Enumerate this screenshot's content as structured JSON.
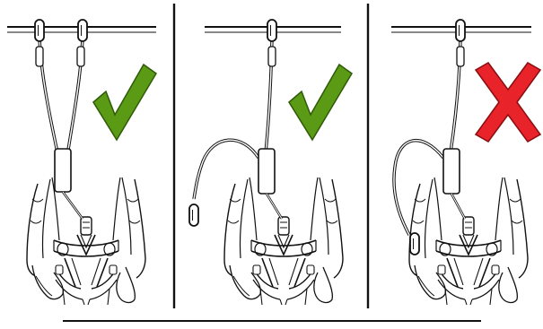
{
  "panels": [
    {
      "id": "both-arms-clipped",
      "verdict": "correct",
      "verdict_symbol": "check",
      "lanyard_arms_clipped": 2
    },
    {
      "id": "one-arm-clipped-free-arm-loose",
      "verdict": "correct",
      "verdict_symbol": "check",
      "lanyard_arms_clipped": 1
    },
    {
      "id": "free-arm-clipped-to-harness",
      "verdict": "incorrect",
      "verdict_symbol": "cross",
      "lanyard_arms_clipped": 1
    }
  ],
  "colors": {
    "check": "#5a9a14",
    "cross": "#e8232a",
    "line": "#111111",
    "background": "#ffffff"
  },
  "icons": {
    "correct": "check-mark-icon",
    "incorrect": "cross-mark-icon"
  }
}
